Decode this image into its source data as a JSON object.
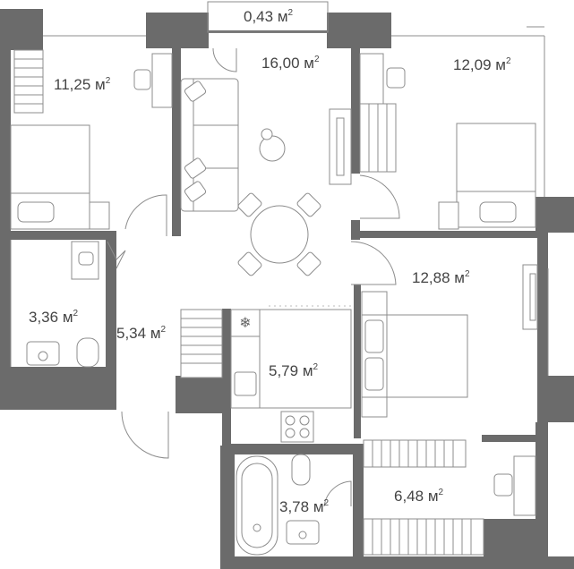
{
  "rooms": [
    {
      "id": "balcony",
      "area": "0,43",
      "unit": "м",
      "exp": "2"
    },
    {
      "id": "living",
      "area": "16,00",
      "unit": "м",
      "exp": "2"
    },
    {
      "id": "bedroom-nw",
      "area": "11,25",
      "unit": "м",
      "exp": "2"
    },
    {
      "id": "bedroom-ne",
      "area": "12,09",
      "unit": "м",
      "exp": "2"
    },
    {
      "id": "bedroom-e",
      "area": "12,88",
      "unit": "м",
      "exp": "2"
    },
    {
      "id": "bathroom-w",
      "area": "3,36",
      "unit": "м",
      "exp": "2"
    },
    {
      "id": "hall",
      "area": "5,34",
      "unit": "м",
      "exp": "2"
    },
    {
      "id": "kitchen",
      "area": "5,79",
      "unit": "м",
      "exp": "2"
    },
    {
      "id": "bathroom-s",
      "area": "3,78",
      "unit": "м",
      "exp": "2"
    },
    {
      "id": "wardrobe",
      "area": "6,48",
      "unit": "м",
      "exp": "2"
    }
  ]
}
